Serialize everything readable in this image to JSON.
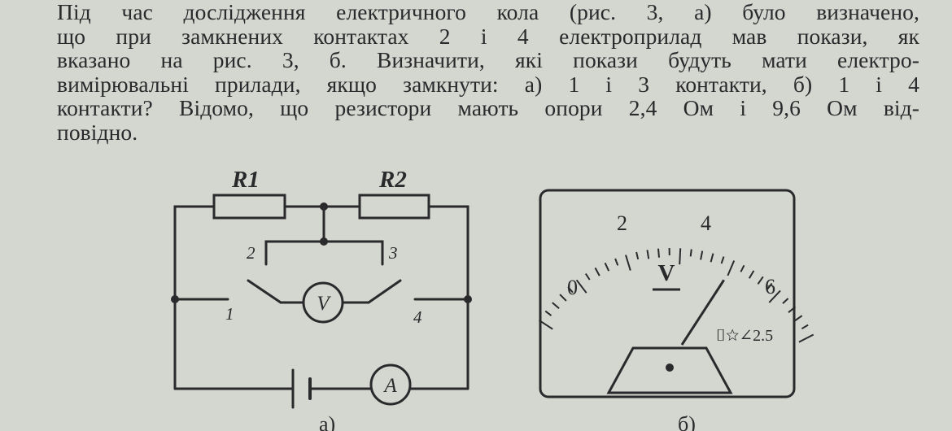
{
  "problem": {
    "lines": [
      "Під час дослідження електричного кола (рис. 3, а) було визначено,",
      "що при замкнених контактах 2 і 4 електроприлад мав покази, як",
      "вказано на рис. 3, б.  Визначити, які покази будуть мати електро-",
      "вимірювальні прилади, якщо замкнути: а) 1 і 3 контакти, б) 1 і 4",
      "контакти? Відомо, що резистори мають опори 2,4 Ом і 9,6 Ом від-",
      "повідно."
    ]
  },
  "circuit": {
    "r1_label": "R1",
    "r2_label": "R2",
    "contact_1": "1",
    "contact_2": "2",
    "contact_3": "3",
    "contact_4": "4",
    "voltmeter_symbol": "V",
    "ammeter_symbol": "A",
    "caption": "а)"
  },
  "meter": {
    "scale_labels": [
      "0",
      "2",
      "4",
      "6"
    ],
    "unit_symbol": "V",
    "class_marking": "⌷☆∠2.5",
    "needle_reading": 4.5,
    "caption": "б)"
  }
}
